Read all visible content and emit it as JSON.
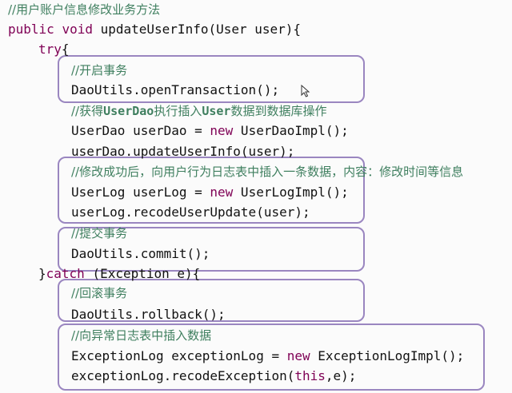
{
  "code": {
    "comment_method": "//用户账户信息修改业务方法",
    "sig_public": "public",
    "sig_void": "void",
    "sig_rest": " updateUserInfo(User user){",
    "try_kw": "try",
    "try_brace": "{",
    "comment_open_tx": "//开启事务",
    "open_tx": "DaoUtils.openTransaction();",
    "comment_get_dao_1": "//获得",
    "comment_get_dao_2": "UserDao",
    "comment_get_dao_3": "执行插入",
    "comment_get_dao_4": "User",
    "comment_get_dao_5": "数据到数据库操作",
    "dao_decl_1": "UserDao userDao = ",
    "dao_decl_new": "new",
    "dao_decl_2": " UserDaoImpl();",
    "dao_update": "userDao.updateUserInfo(user);",
    "comment_userlog": "//修改成功后，向用户行为日志表中插入一条数据，内容：修改时间等信息",
    "userlog_decl_1": "UserLog userLog = ",
    "userlog_decl_new": "new",
    "userlog_decl_2": " UserLogImpl();",
    "userlog_record": "userLog.recodeUserUpdate(user);",
    "comment_commit": "//提交事务",
    "commit": "DaoUtils.commit();",
    "catch_1": "}",
    "catch_kw": "catch",
    "catch_2": " (Exception e){",
    "comment_rollback": "//回滚事务",
    "rollback": "DaoUtils.rollback();",
    "comment_exlog": "//向异常日志表中插入数据",
    "exlog_decl_1": "ExceptionLog exceptionLog = ",
    "exlog_decl_new": "new",
    "exlog_decl_2": " ExceptionLogImpl();",
    "exlog_record_1": "exceptionLog.recodeException(",
    "exlog_record_this": "this",
    "exlog_record_2": ",e);"
  },
  "colors": {
    "keyword": "#7f0055",
    "comment": "#3f7f5f",
    "highlight_box": "#9a86c0"
  },
  "icons": {
    "cursor": "mouse-pointer-icon"
  }
}
